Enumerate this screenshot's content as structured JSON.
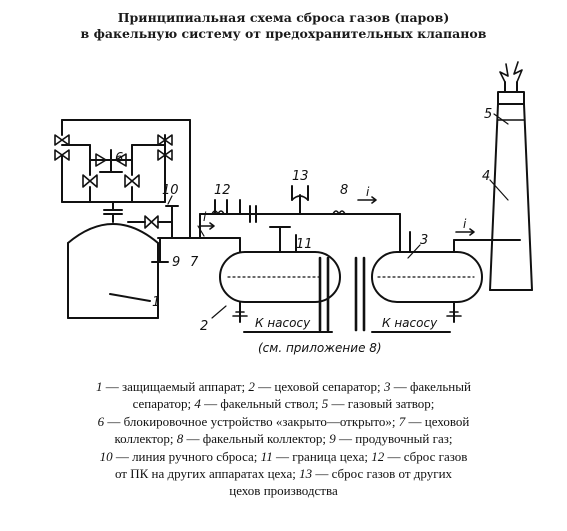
{
  "title": {
    "line1": "Принципиальная схема сброса газов (паров)",
    "line2": "в факельную систему от предохранительных клапанов"
  },
  "diagram": {
    "labels": {
      "l1": "1",
      "l2": "2",
      "l3": "3",
      "l4": "4",
      "l5": "5",
      "l6": "6",
      "l7": "7",
      "l8": "8",
      "l9": "9",
      "l10": "10",
      "l11": "11",
      "l12": "12",
      "l13": "13",
      "flow_1": "i",
      "flow_2": "i",
      "flow_3": "i",
      "pump_left": "К насосу",
      "pump_right": "К насосу",
      "appendix": "(см. приложение 8)"
    }
  },
  "legend": {
    "line1": [
      {
        "num": "1",
        "text": " — защищаемый аппарат; "
      },
      {
        "num": "2",
        "text": " — цеховой сепаратор; "
      },
      {
        "num": "3",
        "text": " — факельный"
      }
    ],
    "line2": [
      {
        "num": "",
        "text": "сепаратор;  "
      },
      {
        "num": "4",
        "text": " — факельный ствол; "
      },
      {
        "num": "5",
        "text": " — газовый затвор;"
      }
    ],
    "line3": [
      {
        "num": "6",
        "text": " — блокировочное устройство «закрыто—открыто»; "
      },
      {
        "num": "7",
        "text": " — цеховой"
      }
    ],
    "line4": [
      {
        "num": "",
        "text": "коллектор; "
      },
      {
        "num": "8",
        "text": " — факельный коллектор; "
      },
      {
        "num": "9",
        "text": " — продувочный газ;"
      }
    ],
    "line5": [
      {
        "num": "10",
        "text": " — линия ручного сброса; "
      },
      {
        "num": "11",
        "text": " — граница цеха; "
      },
      {
        "num": "12",
        "text": " — сброс газов"
      }
    ],
    "line6": [
      {
        "num": "",
        "text": "от ПК на других аппаратах цеха; "
      },
      {
        "num": "13",
        "text": " — сброс газов от других"
      }
    ],
    "line7": [
      {
        "num": "",
        "text": "цехов производства"
      }
    ]
  }
}
